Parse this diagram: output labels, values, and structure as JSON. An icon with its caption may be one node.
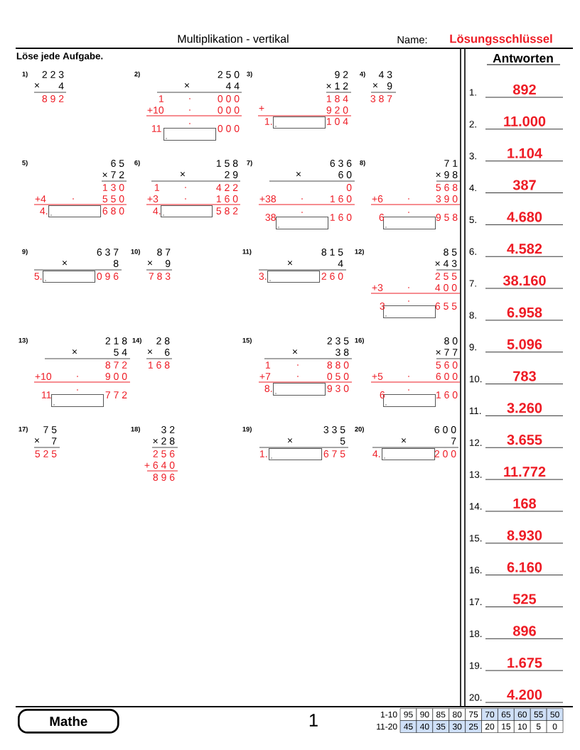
{
  "diagram": {
    "title": "Multiplikation - vertikal",
    "nodes": [
      {
        "text": [
          "."
        ]
      },
      {
        "text": [
          "."
        ]
      },
      {
        "text": [
          "."
        ]
      },
      {
        "text": [
          "."
        ]
      },
      {
        "text": [
          "."
        ]
      },
      {
        "text": [
          "."
        ]
      },
      {
        "text": [
          "."
        ]
      },
      {
        "text": [
          "."
        ]
      },
      {
        "text": [
          "."
        ]
      },
      {
        "text": [
          "."
        ]
      },
      {
        "text": [
          "."
        ]
      },
      {
        "text": [
          "."
        ]
      },
      {
        "text": [
          "."
        ]
      },
      {
        "text": [
          "."
        ]
      },
      {
        "text": [
          "Mathe"
        ]
      }
    ],
    "labels": [
      "Name:",
      "Lösungsschlüssel",
      "Löse jede Aufgabe.",
      "1)",
      "2 2 3",
      "×",
      "4",
      "8 9 2",
      "2)",
      "2 5 0",
      "×",
      "4 4",
      "1",
      ".",
      "0 0 0",
      "+10",
      ".",
      "0 0 0",
      ".",
      "11",
      "0 0 0",
      "3)",
      "9 2",
      "× 1 2",
      "1 8 4",
      "+",
      "9 2 0",
      "1.",
      "1 0 4",
      "4)",
      "4 3",
      "×",
      "9",
      "3 8 7",
      "5)",
      "6 5",
      "× 7 2",
      "1 3 0",
      "+4",
      ".",
      "5 5 0",
      "4.",
      "6 8 0",
      "6)",
      "1 5 8",
      "×",
      "2 9",
      "1",
      ".",
      "4 2 2",
      "+3",
      ".",
      "1 6 0",
      "4.",
      "5 8 2",
      "7)",
      "6 3 6",
      "×",
      "6 0",
      "0",
      "+38",
      ".",
      "1 6 0",
      ".",
      "38",
      "1 6 0",
      "8)",
      "7 1",
      "× 9 8",
      "5 6 8",
      "+6",
      ".",
      "3 9 0",
      ".",
      "6",
      "9 5 8",
      "9)",
      "6 3 7",
      "×",
      "8",
      "5.",
      "0 9 6",
      "10)",
      "8 7",
      "×",
      "9",
      "7 8 3",
      "11)",
      "8 1 5",
      "×",
      "4",
      "3.",
      "2 6 0",
      "12)",
      "8 5",
      "× 4 3",
      "2 5 5",
      "+3",
      ".",
      "4 0 0",
      ".",
      "3",
      "6 5 5",
      "13)",
      "2 1 8",
      "×",
      "5 4",
      "8 7 2",
      "+10",
      ".",
      "9 0 0",
      ".",
      "11",
      "7 7 2",
      "14)",
      "2 8",
      "×",
      "6",
      "1 6 8",
      "15)",
      "2 3 5",
      "×",
      "3 8",
      "1",
      ".",
      "8 8 0",
      "+7",
      ".",
      "0 5 0",
      "8.",
      "9 3 0",
      "16)",
      "8 0",
      "× 7 7",
      "5 6 0",
      "+5",
      ".",
      "6 0 0",
      ".",
      "6",
      "1 6 0",
      "17)",
      "7 5",
      "×",
      "7",
      "5 2 5",
      "18)",
      "3 2",
      "× 2 8",
      "2 5 6",
      "+ 6 4 0",
      "8 9 6",
      "19)",
      "3 3 5",
      "×",
      "5",
      "1.",
      "6 7 5",
      "20)",
      "6 0 0",
      "×",
      "7",
      "4.",
      "2 0 0",
      "Antworten",
      "1.",
      "892",
      "2.",
      "11.000",
      "3.",
      "1.104",
      "4.",
      "387",
      "5.",
      "4.680",
      "6.",
      "4.582",
      "7.",
      "38.160",
      "8.",
      "6.958",
      "9.",
      "5.096",
      "10.",
      "783",
      "11.",
      "3.260",
      "12.",
      "3.655",
      "13.",
      "11.772",
      "14.",
      "168",
      "15.",
      "8.930",
      "16.",
      "6.160",
      "17.",
      "525",
      "18.",
      "896",
      "19.",
      "1.675",
      "20.",
      "4.200",
      "1",
      "1-10",
      "95",
      "90",
      "85",
      "80",
      "75",
      "70",
      "65",
      "60",
      "55",
      "50",
      "11-20",
      "45",
      "40",
      "35",
      "30",
      "25",
      "20",
      "15",
      "10",
      "5",
      "0"
    ]
  }
}
